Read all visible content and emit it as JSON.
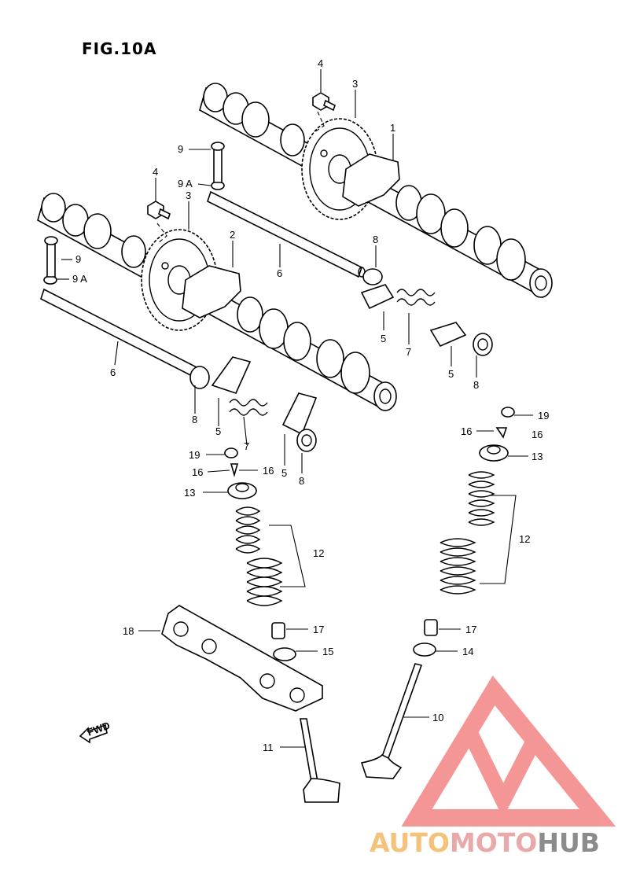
{
  "figure": {
    "title": "FIG.10A"
  },
  "fwd_arrow": {
    "label": "FWD",
    "icon": "forward-arrow-icon"
  },
  "callouts": [
    {
      "id": "c-4-top",
      "text": "4"
    },
    {
      "id": "c-3-top",
      "text": "3"
    },
    {
      "id": "c-1",
      "text": "1"
    },
    {
      "id": "c-9-upper",
      "text": "9"
    },
    {
      "id": "c-9a-upper",
      "text": "9 A"
    },
    {
      "id": "c-4-mid",
      "text": "4"
    },
    {
      "id": "c-3-mid",
      "text": "3"
    },
    {
      "id": "c-2",
      "text": "2"
    },
    {
      "id": "c-6-upper",
      "text": "6"
    },
    {
      "id": "c-8-upper-a",
      "text": "8"
    },
    {
      "id": "c-9-lower",
      "text": "9"
    },
    {
      "id": "c-9a-lower",
      "text": "9 A"
    },
    {
      "id": "c-5-upper-a",
      "text": "5"
    },
    {
      "id": "c-7-upper",
      "text": "7"
    },
    {
      "id": "c-5-upper-b",
      "text": "5"
    },
    {
      "id": "c-8-upper-b",
      "text": "8"
    },
    {
      "id": "c-6-lower",
      "text": "6"
    },
    {
      "id": "c-8-lower-a",
      "text": "8"
    },
    {
      "id": "c-5-lower-a",
      "text": "5"
    },
    {
      "id": "c-7-lower",
      "text": "7"
    },
    {
      "id": "c-5-lower-b",
      "text": "5"
    },
    {
      "id": "c-8-lower-b",
      "text": "8"
    },
    {
      "id": "c-19-right",
      "text": "19"
    },
    {
      "id": "c-16-right",
      "text": "16"
    },
    {
      "id": "c-16-right-b",
      "text": "16"
    },
    {
      "id": "c-13-right",
      "text": "13"
    },
    {
      "id": "c-19-left",
      "text": "19"
    },
    {
      "id": "c-16-left-a",
      "text": "16"
    },
    {
      "id": "c-16-left-b",
      "text": "16"
    },
    {
      "id": "c-13-left",
      "text": "13"
    },
    {
      "id": "c-12-right",
      "text": "12"
    },
    {
      "id": "c-12-left",
      "text": "12"
    },
    {
      "id": "c-18",
      "text": "18"
    },
    {
      "id": "c-17-left",
      "text": "17"
    },
    {
      "id": "c-17-right",
      "text": "17"
    },
    {
      "id": "c-15",
      "text": "15"
    },
    {
      "id": "c-14",
      "text": "14"
    },
    {
      "id": "c-10",
      "text": "10"
    },
    {
      "id": "c-11",
      "text": "11"
    }
  ],
  "watermark": {
    "part1": "AUTO",
    "part2": "MOTO",
    "part3": "HUB",
    "colors": {
      "logo": "#f26b6b",
      "auto": "#f4c27a",
      "moto": "#e9a9a8",
      "hub": "#8b8b8b"
    }
  }
}
